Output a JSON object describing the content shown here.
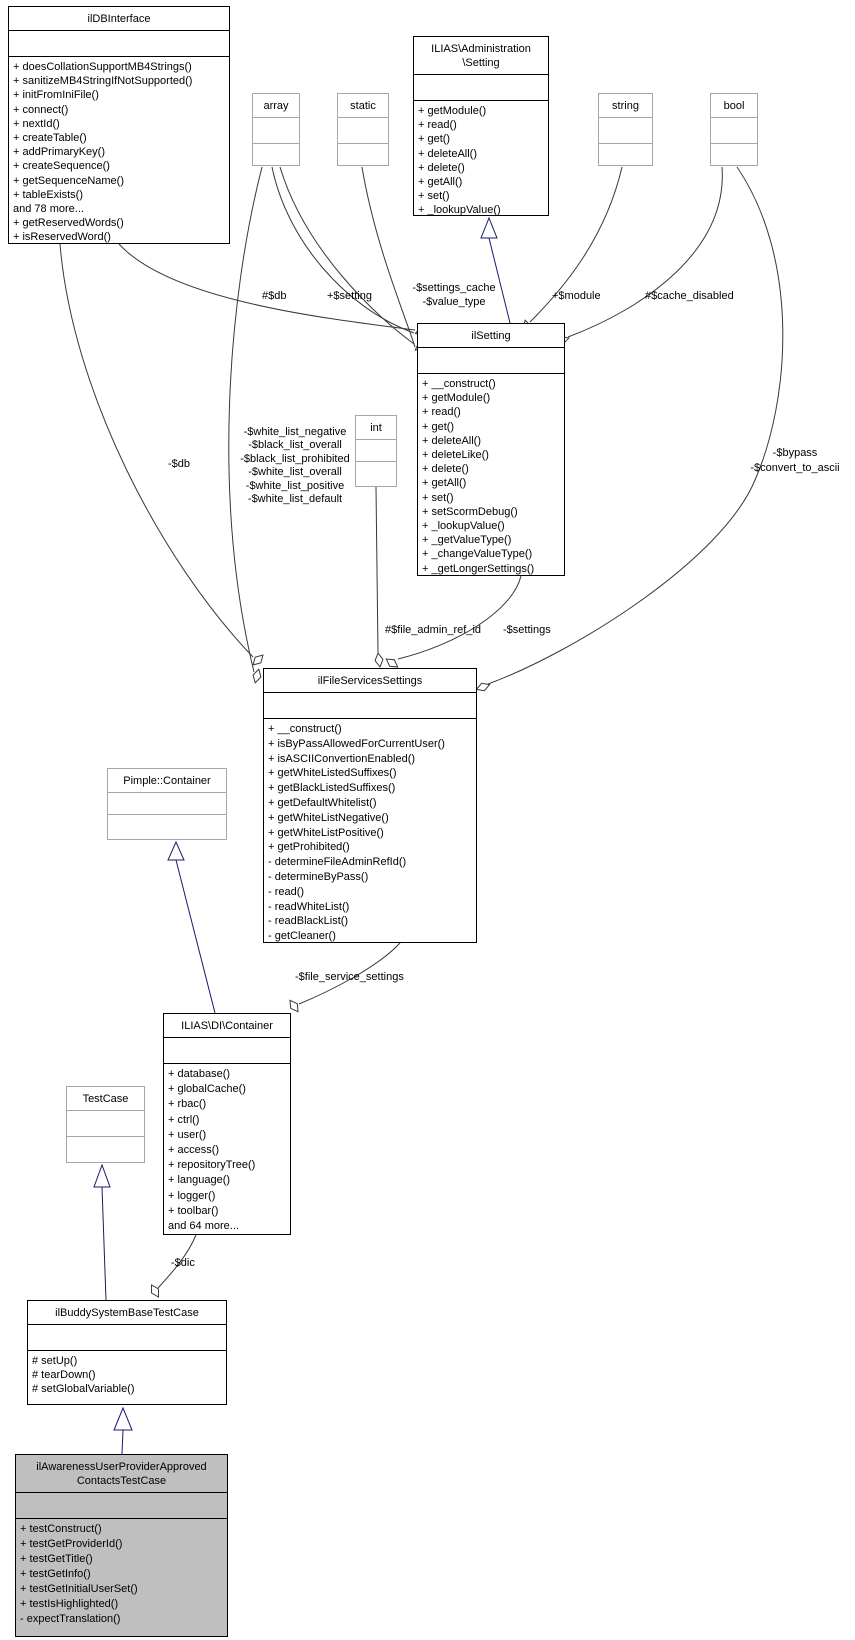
{
  "classes": {
    "ildbinterface": {
      "title": [
        "ilDBInterface"
      ],
      "methods": [
        "+ doesCollationSupportMB4Strings()",
        "+ sanitizeMB4StringIfNotSupported()",
        "+ initFromIniFile()",
        "+ connect()",
        "+ nextId()",
        "+ createTable()",
        "+ addPrimaryKey()",
        "+ createSequence()",
        "+ getSequenceName()",
        "+ tableExists()",
        "and 78 more...",
        "+ getReservedWords()",
        "+ isReservedWord()"
      ]
    },
    "admin_setting": {
      "title": [
        "ILIAS\\Administration",
        "\\Setting"
      ],
      "methods": [
        "+ getModule()",
        "+ read()",
        "+ get()",
        "+ deleteAll()",
        "+ delete()",
        "+ getAll()",
        "+ set()",
        "+ _lookupValue()"
      ]
    },
    "array_type": {
      "title": [
        "array"
      ]
    },
    "static_type": {
      "title": [
        "static"
      ]
    },
    "string_type": {
      "title": [
        "string"
      ]
    },
    "bool_type": {
      "title": [
        "bool"
      ]
    },
    "int_type": {
      "title": [
        "int"
      ]
    },
    "ilsetting": {
      "title": [
        "ilSetting"
      ],
      "methods": [
        "+ __construct()",
        "+ getModule()",
        "+ read()",
        "+ get()",
        "+ deleteAll()",
        "+ deleteLike()",
        "+ delete()",
        "+ getAll()",
        "+ set()",
        "+ setScormDebug()",
        "+ _lookupValue()",
        "+ _getValueType()",
        "+ _changeValueType()",
        "+ _getLongerSettings()"
      ]
    },
    "ilfileservicessettings": {
      "title": [
        "ilFileServicesSettings"
      ],
      "methods": [
        "+ __construct()",
        "+ isByPassAllowedForCurrentUser()",
        "+ isASCIIConvertionEnabled()",
        "+ getWhiteListedSuffixes()",
        "+ getBlackListedSuffixes()",
        "+ getDefaultWhitelist()",
        "+ getWhiteListNegative()",
        "+ getWhiteListPositive()",
        "+ getProhibited()",
        "- determineFileAdminRefId()",
        "- determineByPass()",
        "- read()",
        "- readWhiteList()",
        "- readBlackList()",
        "- getCleaner()"
      ]
    },
    "pimple_container": {
      "title": [
        "Pimple::Container"
      ]
    },
    "di_container": {
      "title": [
        "ILIAS\\DI\\Container"
      ],
      "methods": [
        "+ database()",
        "+ globalCache()",
        "+ rbac()",
        "+ ctrl()",
        "+ user()",
        "+ access()",
        "+ repositoryTree()",
        "+ language()",
        "+ logger()",
        "+ toolbar()",
        "and 64 more..."
      ]
    },
    "testcase": {
      "title": [
        "TestCase"
      ]
    },
    "ilbuddysystembasetestcase": {
      "title": [
        "ilBuddySystemBaseTestCase"
      ],
      "methods": [
        "# setUp()",
        "# tearDown()",
        "# setGlobalVariable()"
      ]
    },
    "ilawarenessuserproviderapprovedcontactstestcase": {
      "title": [
        "ilAwarenessUserProviderApproved",
        "ContactsTestCase"
      ],
      "methods": [
        "+ testConstruct()",
        "+ testGetProviderId()",
        "+ testGetTitle()",
        "+ testGetInfo()",
        "+ testGetInitialUserSet()",
        "+ testIsHighlighted()",
        "- expectTranslation()"
      ]
    }
  },
  "edge_labels": {
    "db_setting": "#$db",
    "setting": "+$setting",
    "settings_cache": [
      "-$settings_cache",
      "-$value_type"
    ],
    "module": "+$module",
    "cache_disabled": "#$cache_disabled",
    "db_files": "-$db",
    "white_lists": [
      "-$white_list_negative",
      "-$black_list_overall",
      "-$black_list_prohibited",
      "-$white_list_overall",
      "-$white_list_positive",
      "-$white_list_default"
    ],
    "file_admin_ref_id": "#$file_admin_ref_id",
    "settings_member": "-$settings",
    "bypass": [
      "-$bypass",
      "-$convert_to_ascii"
    ],
    "file_service_settings": "-$file_service_settings",
    "dic": "-$dic"
  },
  "colors": {
    "inheritance_edge": "#191970",
    "aggregation_edge": "#383838",
    "highlight_fill": "#bfbfbf",
    "class_border": "#000000",
    "type_border": "#a6a6a6"
  }
}
